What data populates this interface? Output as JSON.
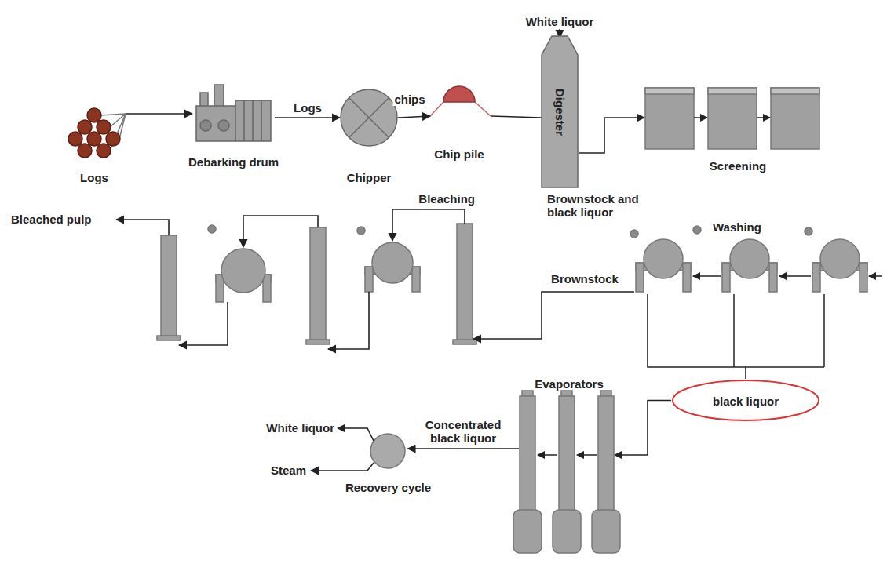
{
  "diagram": {
    "nodes": [
      {
        "text": [
          "Logs"
        ]
      },
      {
        "text": [
          "Debarking drum"
        ]
      },
      {
        "text": [
          "Chipper"
        ]
      },
      {
        "text": [
          "Chip pile"
        ]
      },
      {
        "text": [
          "Digester"
        ]
      },
      {
        "text": [
          "Screening"
        ]
      },
      {
        "text": [
          "Washing"
        ]
      },
      {
        "text": [
          "Bleaching"
        ]
      },
      {
        "text": [
          "black liquor"
        ]
      },
      {
        "text": [
          "Evaporators"
        ]
      },
      {
        "text": [
          "Recovery cycle"
        ]
      }
    ],
    "edges": [
      {
        "from": 0,
        "to": 1,
        "arrow": "to"
      },
      {
        "from": 1,
        "to": 2,
        "label": "Logs",
        "arrow": "to"
      },
      {
        "from": 2,
        "to": 3,
        "label": "chips",
        "arrow": "to"
      },
      {
        "from": 3,
        "to": 4,
        "arrow": "none"
      },
      {
        "from": 4,
        "to": 5,
        "arrow": "to"
      },
      {
        "from": 6,
        "to": 7,
        "label": "Brownstock",
        "arrow": "to"
      },
      {
        "from": 6,
        "to": 8,
        "arrow": "none"
      },
      {
        "from": 8,
        "to": 9,
        "arrow": "to"
      },
      {
        "from": 9,
        "to": 10,
        "label": "Concentrated black liquor",
        "arrow": "to"
      }
    ],
    "labels": [
      "White liquor",
      "Brownstock and black liquor",
      "Bleached pulp",
      "White liquor",
      "Steam"
    ]
  }
}
